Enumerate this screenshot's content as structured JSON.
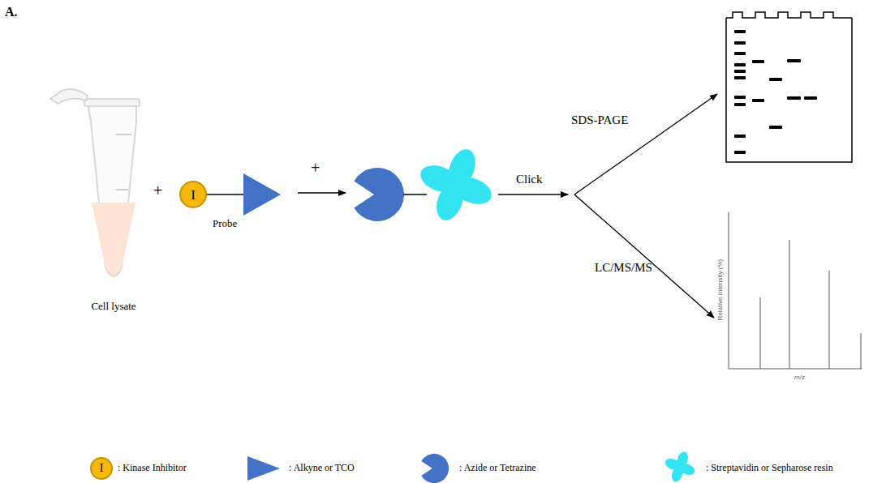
{
  "diagram": {
    "nodes": [
      {
        "text": [
          "I"
        ]
      },
      {
        "text": [
          "I"
        ]
      }
    ],
    "labels": [
      "A.",
      "+",
      "Probe",
      "+",
      "Click",
      "SDS-PAGE",
      "LC/MS/MS",
      "Cell lysate",
      "Relative Intensity (%)",
      "m/z"
    ],
    "legend": [
      {
        "text": ": Kinase Inhibitor"
      },
      {
        "text": ": Alkyne or TCO"
      },
      {
        "text": ": Azide or Tetrazine"
      },
      {
        "text": ": Streptavidin or Sepharose resin"
      }
    ]
  }
}
